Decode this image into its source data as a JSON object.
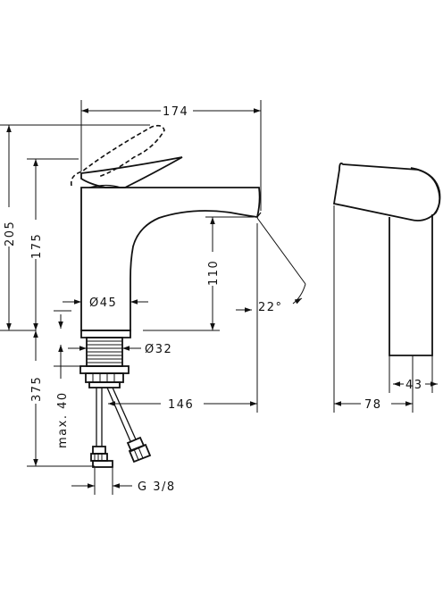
{
  "dimensions": {
    "width_174": "174",
    "height_205": "205",
    "height_175": "175",
    "spout_110": "110",
    "angle_22": "22°",
    "dia_45": "Ø45",
    "dia_32": "Ø32",
    "length_375": "375",
    "max_40": "max. 40",
    "reach_146": "146",
    "thread_g38": "G 3/8",
    "side_78": "78",
    "side_43": "43"
  }
}
